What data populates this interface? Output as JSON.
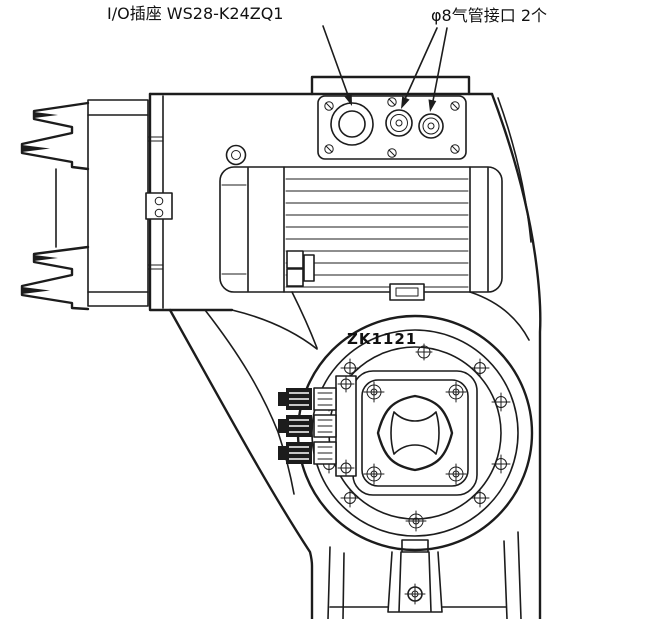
{
  "figure": {
    "colors": {
      "line": "#1c1c1c",
      "background": "#ffffff"
    }
  },
  "callouts": {
    "io_socket": {
      "label": "I/O插座 WS28-K24ZQ1"
    },
    "air_fittings": {
      "label": "φ8气管接口 2个"
    }
  },
  "markings": {
    "part_number": "ZK1121"
  }
}
